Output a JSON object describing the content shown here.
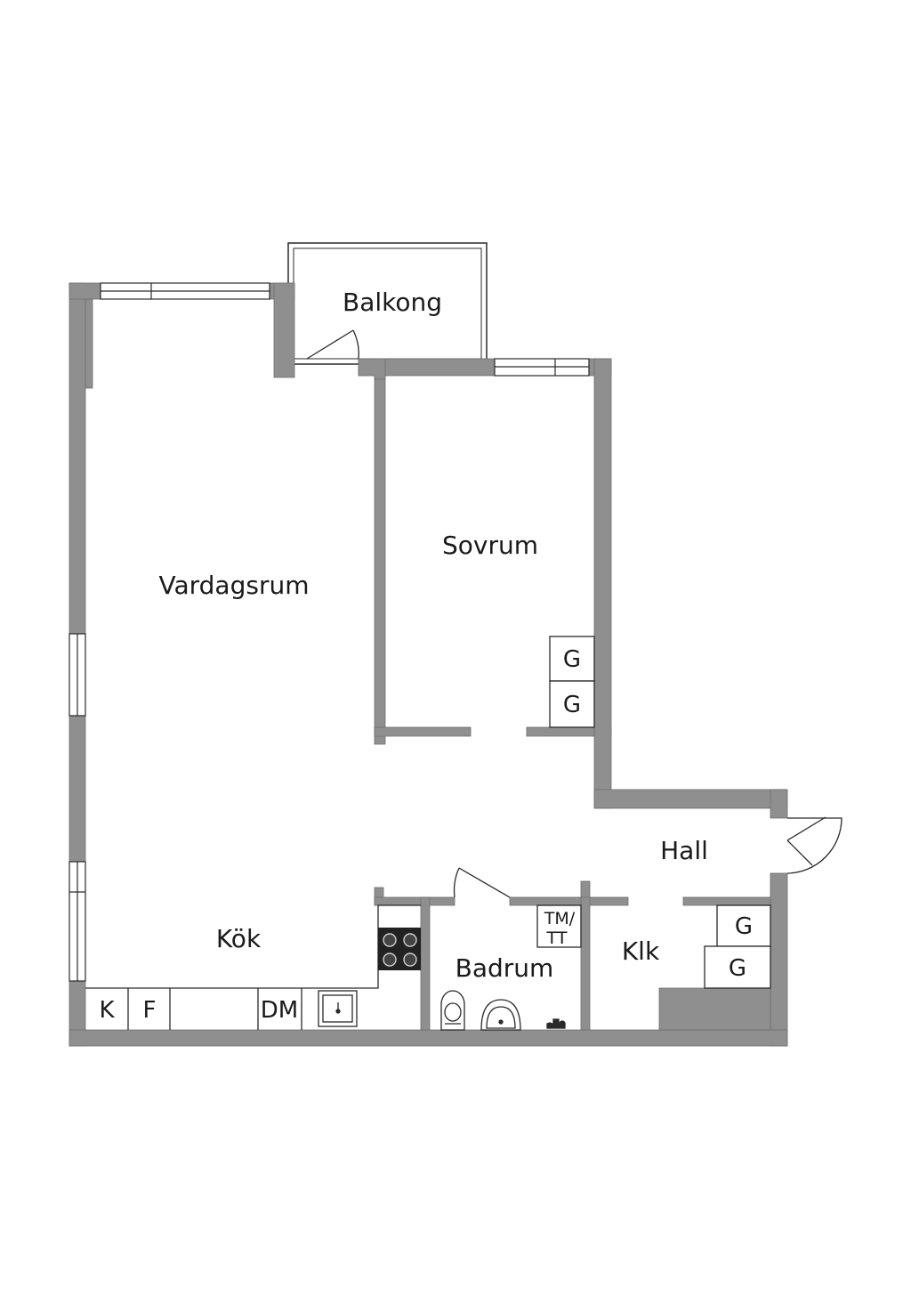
{
  "rooms": {
    "balkong": "Balkong",
    "vardagsrum": "Vardagsrum",
    "sovrum": "Sovrum",
    "hall": "Hall",
    "kok": "Kök",
    "badrum": "Badrum",
    "klk": "Klk"
  },
  "fixtures": {
    "wardrobe": "G",
    "fridge": "K",
    "freezer": "F",
    "dishwasher": "DM",
    "washer_top": "TM/",
    "dryer_bottom": "TT"
  },
  "colors": {
    "wall": "#8f8f8f",
    "line": "#2a2a2a",
    "background": "#ffffff"
  }
}
